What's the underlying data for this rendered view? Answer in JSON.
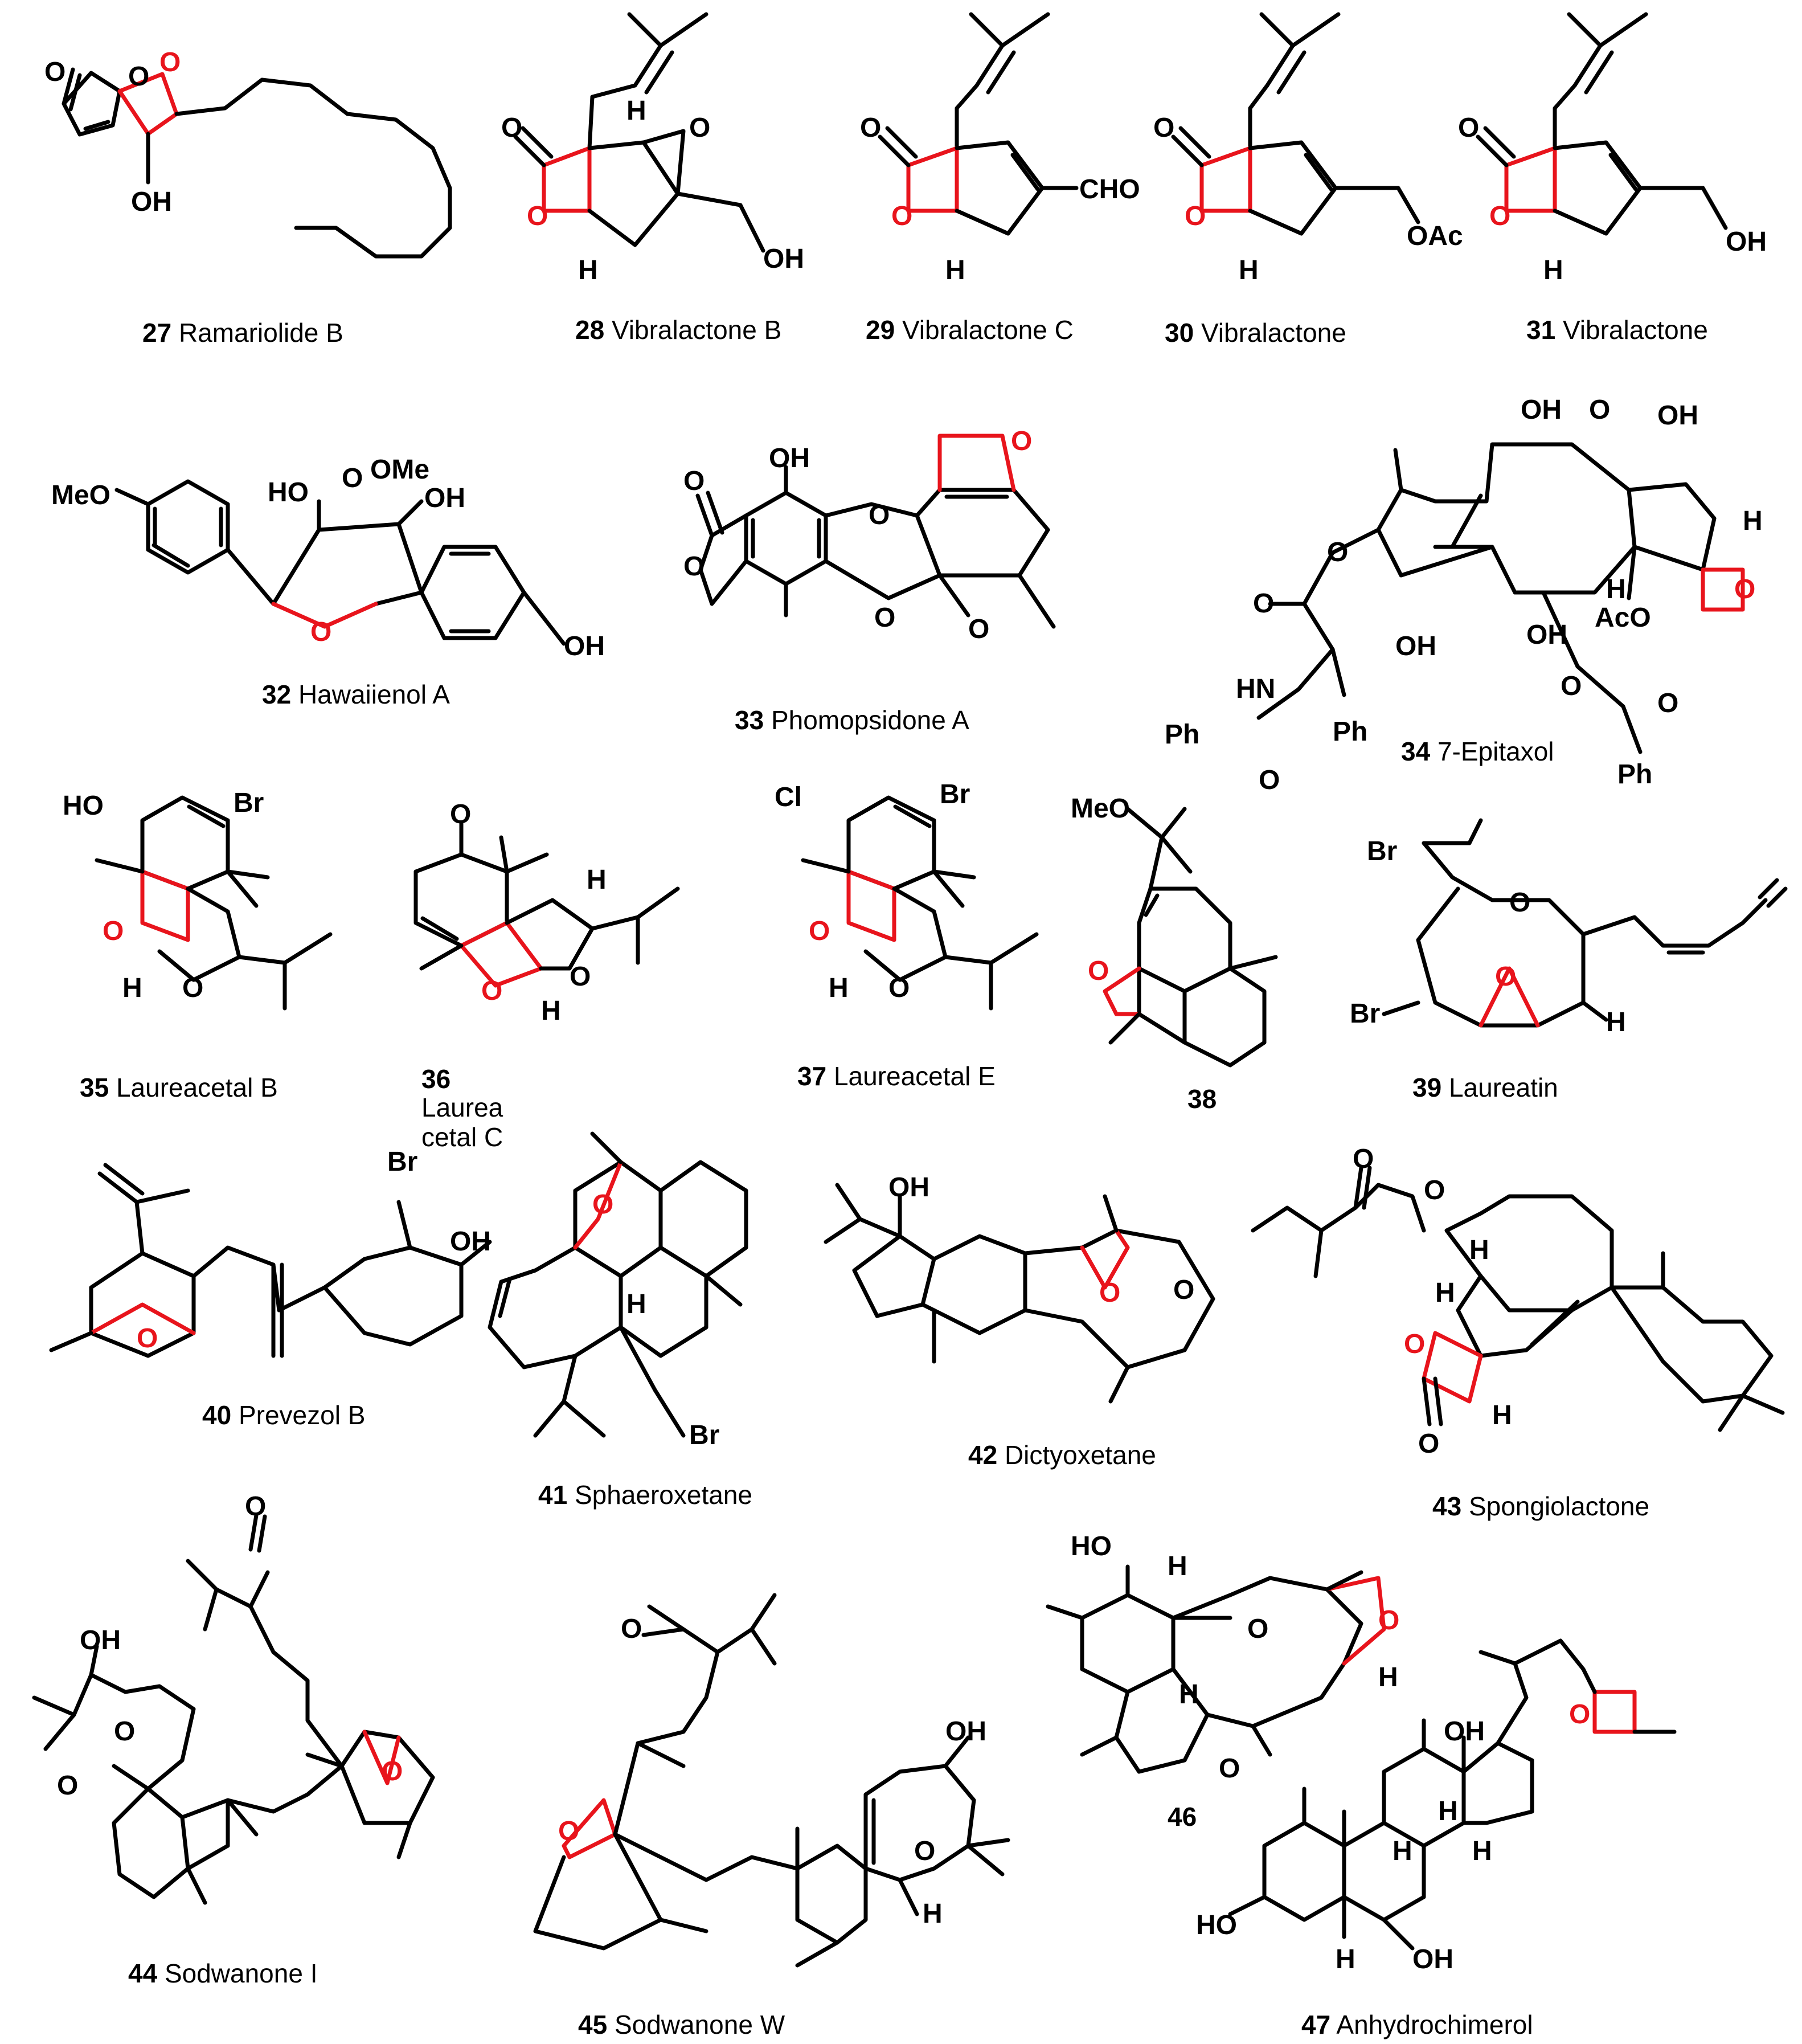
{
  "colors": {
    "bond": "#000000",
    "highlight": "#e8141c",
    "background": "#ffffff"
  },
  "atoms": {
    "O": "O",
    "OH": "OH",
    "HO": "HO",
    "H": "H",
    "Br": "Br",
    "Cl": "Cl",
    "MeO": "MeO",
    "OMe": "OMe",
    "CHO": "CHO",
    "OAc": "OAc",
    "AcO": "AcO",
    "Ph": "Ph",
    "HN": "HN"
  },
  "compounds": [
    {
      "number": "27",
      "name": "Ramariolide B"
    },
    {
      "number": "28",
      "name": "Vibralactone B"
    },
    {
      "number": "29",
      "name": "Vibralactone C"
    },
    {
      "number": "30",
      "name": "Vibralactone"
    },
    {
      "number": "31",
      "name": "Vibralactone"
    },
    {
      "number": "32",
      "name": "Hawaiienol A"
    },
    {
      "number": "33",
      "name": "Phomopsidone A"
    },
    {
      "number": "34",
      "name": "7-Epitaxol"
    },
    {
      "number": "35",
      "name": "Laureacetal B"
    },
    {
      "number": "36",
      "name": "Laurea",
      "name_line2": "cetal C"
    },
    {
      "number": "37",
      "name": "Laureacetal E"
    },
    {
      "number": "38",
      "name": ""
    },
    {
      "number": "39",
      "name": "Laureatin"
    },
    {
      "number": "40",
      "name": "Prevezol B"
    },
    {
      "number": "41",
      "name": "Sphaeroxetane"
    },
    {
      "number": "42",
      "name": "Dictyoxetane"
    },
    {
      "number": "43",
      "name": "Spongiolactone"
    },
    {
      "number": "44",
      "name": "Sodwanone I"
    },
    {
      "number": "45",
      "name": "Sodwanone W"
    },
    {
      "number": "46",
      "name": ""
    },
    {
      "number": "47",
      "name": "Anhydrochimerol"
    }
  ]
}
